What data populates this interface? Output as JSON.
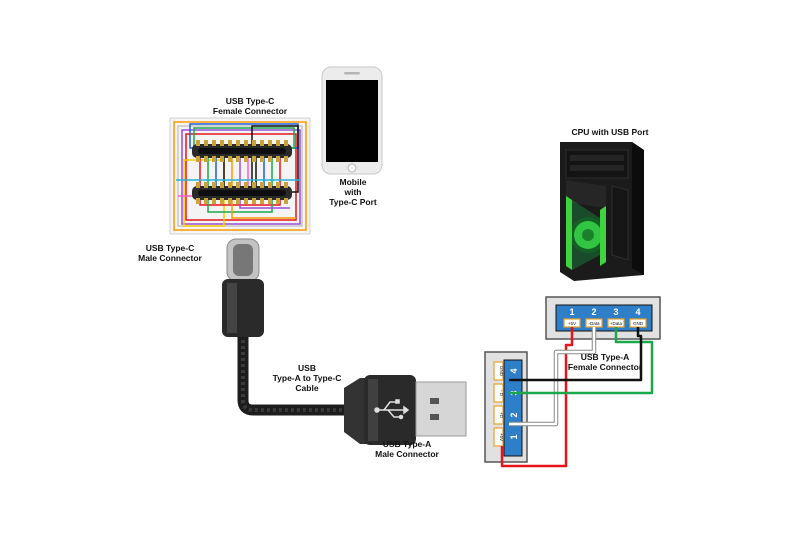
{
  "labels": {
    "typec_female": [
      "USB Type-C",
      "Female Connector"
    ],
    "mobile": [
      "Mobile",
      "with",
      "Type-C Port"
    ],
    "cpu": [
      "CPU with USB Port"
    ],
    "typec_male": [
      "USB Type-C",
      "Male Connector"
    ],
    "cable": [
      "USB",
      "Type-A to Type-C",
      "Cable"
    ],
    "typea_male": [
      "USB Type-A",
      "Male Connector"
    ],
    "typea_female": [
      "USB Type-A",
      "Female Connector"
    ]
  },
  "female_port": {
    "pins": [
      "1",
      "2",
      "3",
      "4"
    ],
    "signals": [
      "+5V",
      "-Data",
      "+Data",
      "GND"
    ]
  },
  "male_port": {
    "pins": [
      "4",
      "3",
      "2",
      "1"
    ],
    "signals": [
      "GND",
      "- D",
      "+D",
      "+5V"
    ]
  },
  "colors": {
    "vcc": "#e8141b",
    "data_minus": "#ffffff",
    "data_plus": "#1aa84a",
    "ground": "#111111",
    "port_blue": "#2f7fc8",
    "pc_green": "#3fd43f"
  }
}
